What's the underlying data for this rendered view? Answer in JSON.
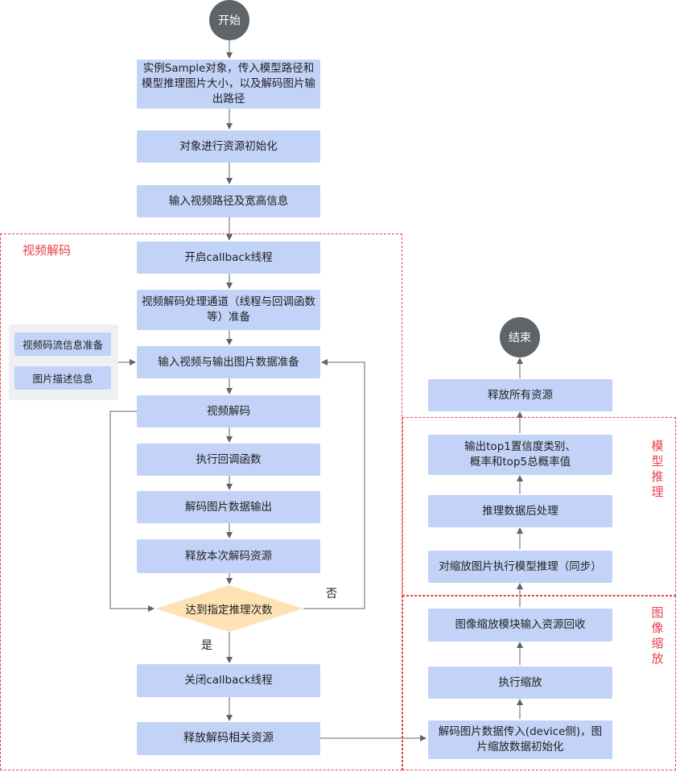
{
  "flow": {
    "start": "开始",
    "end": "结束",
    "step_instantiate": "实例Sample对象，传入模型路径和模型推理图片大小，以及解码图片输出路径",
    "step_init": "对象进行资源初始化",
    "step_input_video": "输入视频路径及宽高信息"
  },
  "video_decode": {
    "region_label": "视频解码",
    "open_callback": "开启callback线程",
    "channel_prepare": "视频解码处理通道（线程与回调函数等）准备",
    "io_prepare": "输入视频与输出图片数据准备",
    "decode": "视频解码",
    "callback": "执行回调函数",
    "output": "解码图片数据输出",
    "release_once": "释放本次解码资源",
    "condition": "达到指定推理次数",
    "no_label": "否",
    "yes_label": "是",
    "close_callback": "关闭callback线程",
    "release_decode": "释放解码相关资源"
  },
  "side_inputs": {
    "stream_info": "视频码流信息准备",
    "pic_desc": "图片描述信息"
  },
  "image_resize": {
    "region_label": "图像缩放",
    "transfer": "解码图片数据传入(device侧)，图片缩放数据初始化",
    "resize": "执行缩放",
    "reclaim": "图像缩放模块输入资源回收"
  },
  "model_inference": {
    "region_label": "模型推理",
    "infer": "对缩放图片执行模型推理（同步）",
    "postprocess": "推理数据后处理",
    "output": "输出top1置信度类别、概率和top5总概率值",
    "release_all": "释放所有资源"
  },
  "colors": {
    "box_fill": "#c2d3f7",
    "terminal_fill": "#5f6468",
    "diamond_fill": "#fde2b3",
    "region_border": "#e8414a",
    "side_panel_fill": "#eef0f4",
    "arrow": "#5f6468"
  }
}
